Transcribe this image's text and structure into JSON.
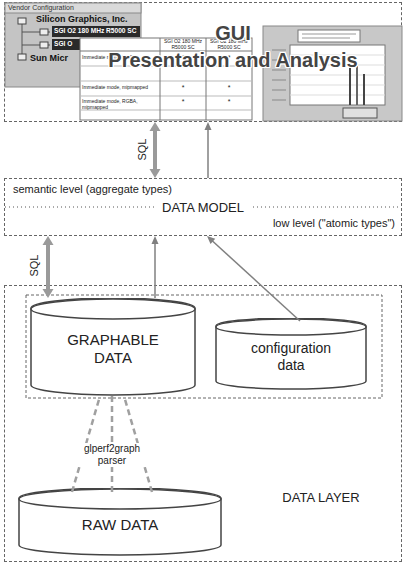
{
  "diagram": {
    "nodes": [
      {
        "text": [
          "GUI",
          "Presentation and Analysis"
        ]
      },
      {
        "text": [
          "semantic level (aggregate types)",
          "DATA MODEL",
          "low level (\"atomic types\")"
        ]
      },
      {
        "text": [
          "DATA LAYER"
        ]
      },
      {
        "text": [
          "GRAPHABLE DATA"
        ],
        "in": 2
      },
      {
        "text": [
          "configuration data"
        ],
        "in": 2
      },
      {
        "text": [
          "RAW DATA"
        ],
        "in": 2
      }
    ],
    "edges": [
      {
        "from": 0,
        "to": 1,
        "arrow": "both",
        "label": "SQL"
      },
      {
        "from": 1,
        "to": 0,
        "arrow": "to"
      },
      {
        "from": 3,
        "to": 1,
        "arrow": "both",
        "label": "SQL"
      },
      {
        "from": 3,
        "to": 1,
        "arrow": "to"
      },
      {
        "from": 4,
        "to": 1,
        "arrow": "to"
      },
      {
        "from": 5,
        "to": 3,
        "arrow": "none",
        "label": "glperf2graph parser"
      }
    ],
    "labels": [
      "Vendor Configuration",
      "Silicon Graphics, Inc.",
      "SGI O2 180 MHz R5000 SC",
      "SGI O",
      "Sun Micr",
      "SGI O2 180 MHz R5000 SC",
      "SGI O2 180 MHz R5000 SC",
      "Immediate mode, RGB",
      "Immediate mode, mipmapped",
      "Immediate mode, RGBA, mipmapped",
      "*",
      "*",
      "*",
      "*",
      "*",
      "*"
    ]
  }
}
